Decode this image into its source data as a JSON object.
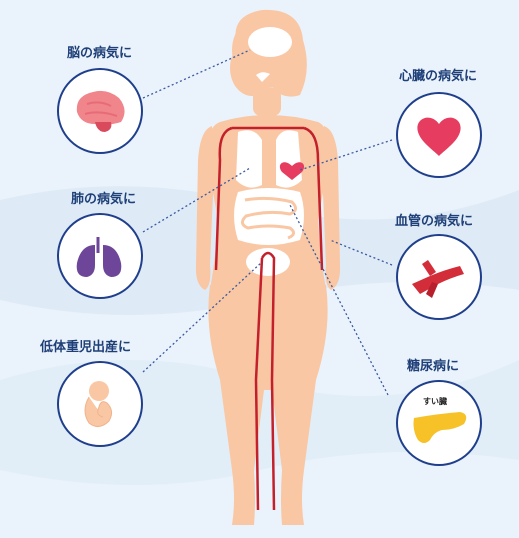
{
  "colors": {
    "background": "#eaf3fb",
    "body": "#f9c7a4",
    "organ_highlight": "#ffffff",
    "vessel": "#c3202c",
    "circle_border": "#1f3f8c",
    "label_text": "#1f3f78",
    "brain": "#f0858c",
    "heart": "#e53c5f",
    "lungs": "#6d4599",
    "vessel_icon": "#d42d3a",
    "fetus": "#f9c7a4",
    "pancreas": "#f6c227"
  },
  "callouts": [
    {
      "id": "brain",
      "label": "脳の病気に",
      "icon": "brain-icon"
    },
    {
      "id": "heart",
      "label": "心臓の病気に",
      "icon": "heart-icon"
    },
    {
      "id": "lungs",
      "label": "肺の病気に",
      "icon": "lungs-icon"
    },
    {
      "id": "vessel",
      "label": "血管の病気に",
      "icon": "blood-vessel-icon"
    },
    {
      "id": "lowbirth",
      "label": "低体重児出産に",
      "icon": "fetus-icon"
    },
    {
      "id": "diabetes",
      "label": "糖尿病に",
      "icon": "pancreas-icon",
      "organ_caption": "すい臓"
    }
  ]
}
